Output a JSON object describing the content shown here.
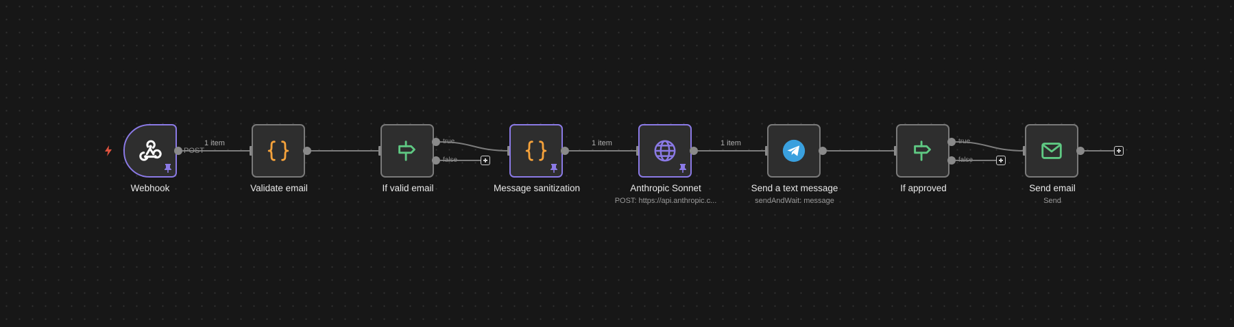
{
  "canvas": {
    "background": "#171717",
    "dot_color": "#333333"
  },
  "colors": {
    "node_border": "#7a7a7a",
    "pinned_border": "#8b7ae6",
    "handle": "#8a8a8a",
    "edge": "#7c7c7c",
    "code_icon": "#f5a23b",
    "if_icon": "#5fc983",
    "http_icon": "#8b7ae6",
    "telegram": "#3aa0de",
    "email_icon": "#5fc983",
    "trigger_bolt": "#e0533f"
  },
  "nodes": [
    {
      "id": "webhook",
      "label": "Webhook",
      "subtitle": "",
      "icon": "webhook-icon",
      "pinned": true,
      "trigger": true
    },
    {
      "id": "validate",
      "label": "Validate email",
      "subtitle": "",
      "icon": "code-braces-icon",
      "pinned": false
    },
    {
      "id": "if_valid",
      "label": "If valid email",
      "subtitle": "",
      "icon": "if-signpost-icon",
      "pinned": false
    },
    {
      "id": "sanitize",
      "label": "Message sanitization",
      "subtitle": "",
      "icon": "code-braces-icon",
      "pinned": true
    },
    {
      "id": "anthropic",
      "label": "Anthropic Sonnet",
      "subtitle": "POST: https://api.anthropic.c...",
      "icon": "globe-icon",
      "pinned": true
    },
    {
      "id": "telegram",
      "label": "Send a text message",
      "subtitle": "sendAndWait: message",
      "icon": "telegram-icon",
      "pinned": false
    },
    {
      "id": "if_approved",
      "label": "If approved",
      "subtitle": "",
      "icon": "if-signpost-icon",
      "pinned": false
    },
    {
      "id": "send_email",
      "label": "Send email",
      "subtitle": "Send",
      "icon": "envelope-icon",
      "pinned": false
    }
  ],
  "edges": {
    "webhook_method": "POST",
    "webhook_to_validate": "1 item",
    "sanitize_to_anthropic": "1 item",
    "anthropic_to_telegram": "1 item",
    "if_valid_true": "true",
    "if_valid_false": "false",
    "if_approved_true": "true",
    "if_approved_false": "false"
  }
}
